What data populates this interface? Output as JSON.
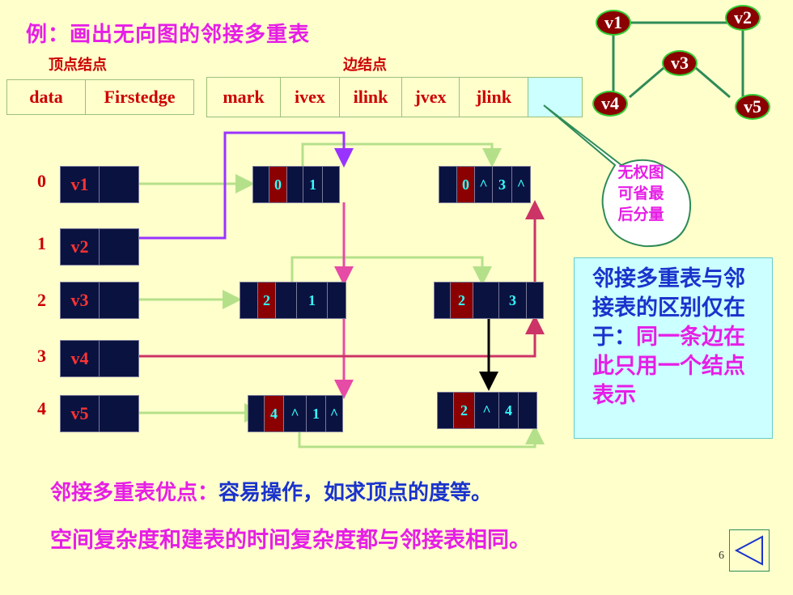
{
  "title": "例：画出无向图的邻接多重表",
  "vertex_node_label": "顶点结点",
  "edge_node_label": "边结点",
  "vertex_fields": [
    "data",
    "Firstedge"
  ],
  "edge_fields": [
    "mark",
    "ivex",
    "ilink",
    "jvex",
    "jlink",
    ""
  ],
  "graph": {
    "nodes": [
      "v1",
      "v2",
      "v3",
      "v4",
      "v5"
    ]
  },
  "vertices": [
    {
      "index": "0",
      "name": "v1"
    },
    {
      "index": "1",
      "name": "v2"
    },
    {
      "index": "2",
      "name": "v3"
    },
    {
      "index": "3",
      "name": "v4"
    },
    {
      "index": "4",
      "name": "v5"
    }
  ],
  "edge_nodes": [
    {
      "ivex": "0",
      "ilink": "",
      "jvex": "1",
      "jlink": ""
    },
    {
      "ivex": "0",
      "ilink": "^",
      "jvex": "3",
      "jlink": "^"
    },
    {
      "ivex": "2",
      "ilink": "",
      "jvex": "1",
      "jlink": ""
    },
    {
      "ivex": "2",
      "ilink": "",
      "jvex": "3",
      "jlink": ""
    },
    {
      "ivex": "4",
      "ilink": "^",
      "jvex": "1",
      "jlink": "^"
    },
    {
      "ivex": "2",
      "ilink": "^",
      "jvex": "4",
      "jlink": ""
    }
  ],
  "callout": [
    "无权图",
    "可省最",
    "后分量"
  ],
  "info": {
    "black": "邻接多重表与邻接表的区别仅在于：",
    "pink": "同一条边在此只用一个结点表示"
  },
  "advantages": {
    "label": "邻接多重表优点：",
    "text": "容易操作，如求顶点的度等。"
  },
  "complexity": "空间复杂度和建表的时间复杂度都与邻接表相同。",
  "page_number": "6",
  "colors": {
    "title": "#e61ee6",
    "label_red": "#cc0000",
    "node_dark": "#0a1240",
    "arrow_green": "#b5e08a",
    "arrow_purple": "#9933ff",
    "arrow_pink": "#e64ba5",
    "arrow_crimson": "#cc3366"
  }
}
